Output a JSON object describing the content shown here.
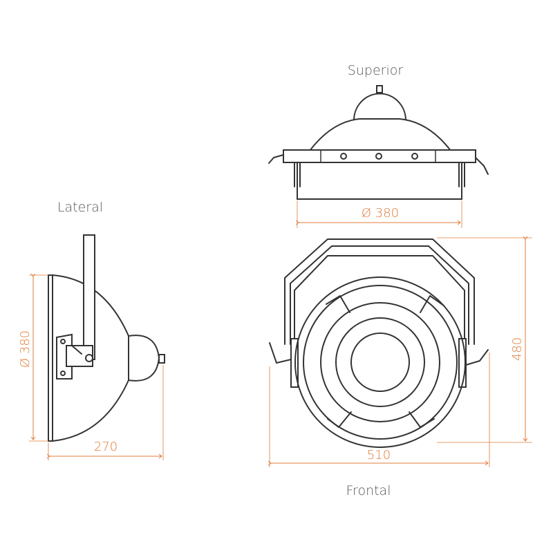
{
  "views": {
    "superior": "Superior",
    "lateral": "Lateral",
    "frontal": "Frontal"
  },
  "dimensions": {
    "top_diameter": "Ø 380",
    "lateral_diameter": "Ø 380",
    "lateral_depth": "270",
    "frontal_width": "510",
    "frontal_height": "480"
  },
  "colors": {
    "dimension": "#e07b39",
    "outline": "#333333",
    "label": "#555555"
  }
}
